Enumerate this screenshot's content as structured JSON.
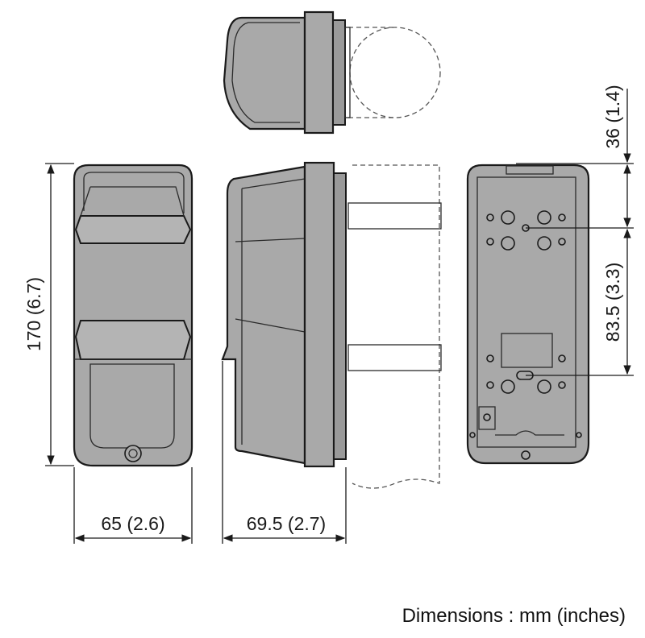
{
  "dimensions": {
    "height_front": "170 (6.7)",
    "width_front": "65 (2.6)",
    "depth_side": "69.5 (2.7)",
    "top_offset_back": "36 (1.4)",
    "hole_pitch_back": "83.5 (3.3)"
  },
  "note": "Dimensions : mm (inches)",
  "colors": {
    "body": "#a9a9a9",
    "outline": "#1a1a1a",
    "background": "#ffffff"
  }
}
